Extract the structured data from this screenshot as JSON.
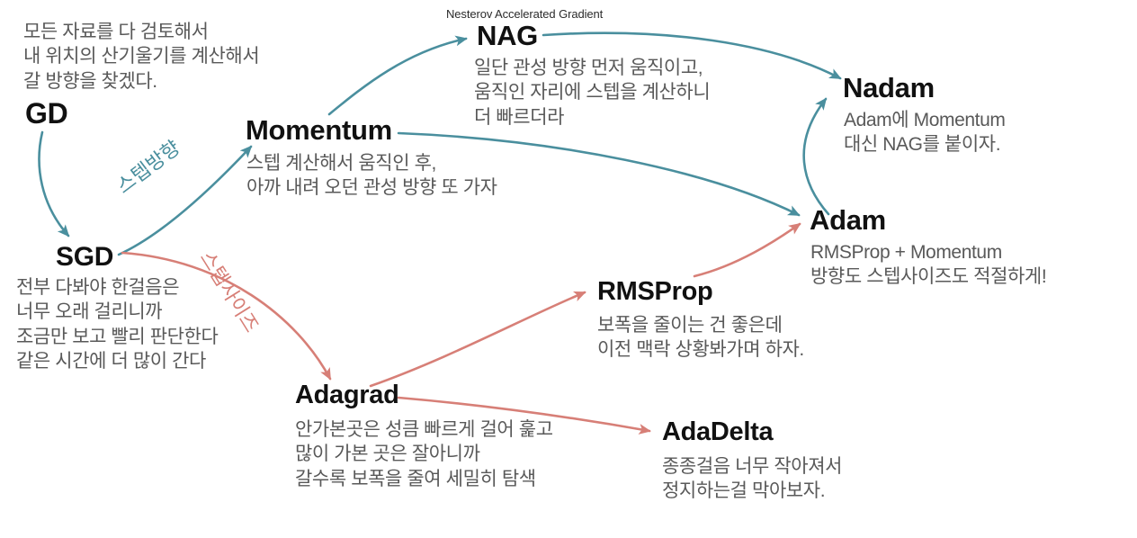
{
  "diagram": {
    "title": "Gradient descent optimizer evolution map",
    "background": "#ffffff",
    "colors": {
      "teal": "#4a8f9e",
      "salmon": "#d77f77",
      "title_text": "#111111",
      "desc_text": "#595959"
    }
  },
  "nodes": {
    "gd": {
      "title": "GD",
      "desc": "모든 자료를 다 검토해서\n내 위치의 산기울기를 계산해서\n갈 방향을 찾겠다."
    },
    "sgd": {
      "title": "SGD",
      "desc": "전부 다봐야 한걸음은\n너무 오래 걸리니까\n조금만 보고 빨리 판단한다\n같은 시간에 더 많이 간다"
    },
    "momentum": {
      "title": "Momentum",
      "desc": "스텝 계산해서 움직인 후,\n아까 내려 오던 관성 방향 또 가자"
    },
    "nag": {
      "superscript": "Nesterov Accelerated Gradient",
      "title": "NAG",
      "desc": "일단 관성 방향 먼저 움직이고,\n움직인 자리에 스텝을 계산하니\n더 빠르더라"
    },
    "nadam": {
      "title": "Nadam",
      "desc": "Adam에 Momentum\n대신 NAG를 붙이자."
    },
    "adam": {
      "title": "Adam",
      "desc": "RMSProp + Momentum\n방향도 스텝사이즈도 적절하게!"
    },
    "rmsprop": {
      "title": "RMSProp",
      "desc": "보폭을 줄이는 건 좋은데\n이전 맥락 상황봐가며 하자."
    },
    "adagrad": {
      "title": "Adagrad",
      "desc": "안가본곳은 성큼 빠르게 걸어 훑고\n많이 가본 곳은 잘아니까\n갈수록 보폭을 줄여 세밀히 탐색"
    },
    "adadelta": {
      "title": "AdaDelta",
      "desc": "종종걸음 너무 작아져서\n정지하는걸 막아보자."
    }
  },
  "edge_labels": {
    "step_direction": "스텝방향",
    "step_size": "스텝사이즈"
  },
  "edges": [
    {
      "from": "GD",
      "to": "SGD",
      "color": "teal"
    },
    {
      "from": "SGD",
      "to": "Momentum",
      "color": "teal",
      "label": "스텝방향"
    },
    {
      "from": "Momentum",
      "to": "NAG",
      "color": "teal"
    },
    {
      "from": "Momentum",
      "to": "Adam",
      "color": "teal"
    },
    {
      "from": "NAG",
      "to": "Nadam",
      "color": "teal"
    },
    {
      "from": "Adam",
      "to": "Nadam",
      "color": "teal"
    },
    {
      "from": "SGD",
      "to": "Adagrad",
      "color": "salmon",
      "label": "스텝사이즈"
    },
    {
      "from": "Adagrad",
      "to": "RMSProp",
      "color": "salmon"
    },
    {
      "from": "Adagrad",
      "to": "AdaDelta",
      "color": "salmon"
    },
    {
      "from": "RMSProp",
      "to": "Adam",
      "color": "salmon"
    }
  ]
}
